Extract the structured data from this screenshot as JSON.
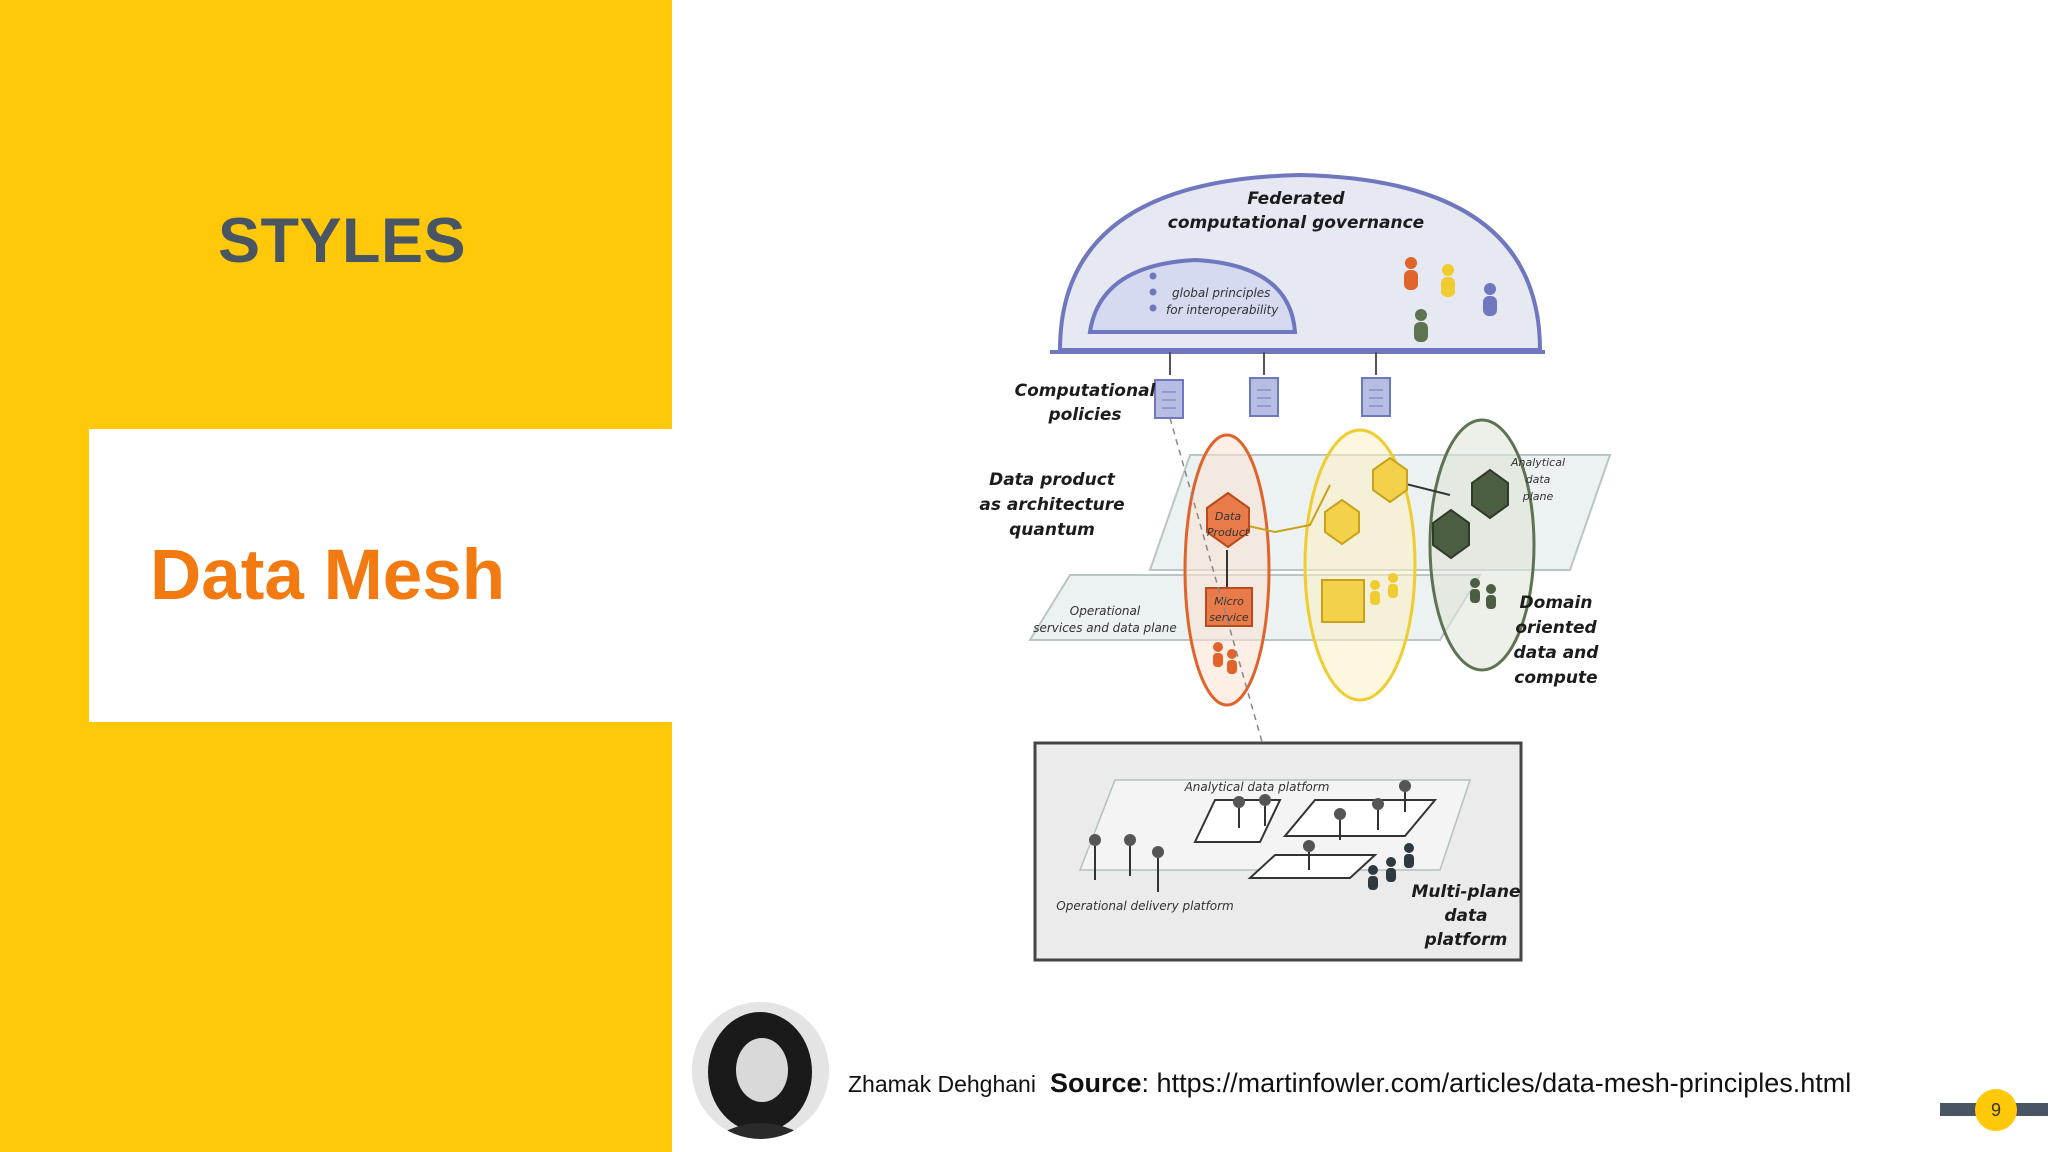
{
  "slide": {
    "section_label": "STYLES",
    "title": "Data Mesh",
    "page_number": "9"
  },
  "diagram": {
    "governance_title_line1": "Federated",
    "governance_title_line2": "computational governance",
    "governance_sub_line1": "global principles",
    "governance_sub_line2": "for interoperability",
    "policies_line1": "Computational",
    "policies_line2": "policies",
    "quantum_line1": "Data product",
    "quantum_line2": "as architecture",
    "quantum_line3": "quantum",
    "operational_line1": "Operational",
    "operational_line2": "services and data plane",
    "data_product_line1": "Data",
    "data_product_line2": "Product",
    "micro_line1": "Micro",
    "micro_line2": "service",
    "analytical_line1": "Analytical",
    "analytical_line2": "data",
    "analytical_line3": "plane",
    "domain_line1": "Domain",
    "domain_line2": "oriented",
    "domain_line3": "data and",
    "domain_line4": "compute",
    "analytical_platform": "Analytical data platform",
    "operational_platform": "Operational delivery platform",
    "multiplane_line1": "Multi-plane",
    "multiplane_line2": "data",
    "multiplane_line3": "platform"
  },
  "footer": {
    "author": "Zhamak Dehghani",
    "source_label": "Source",
    "source_url": ": https://martinfowler.com/articles/data-mesh-principles.html"
  },
  "colors": {
    "yellow": "#FFC909",
    "slate": "#4A5563",
    "orange": "#F27A10"
  }
}
